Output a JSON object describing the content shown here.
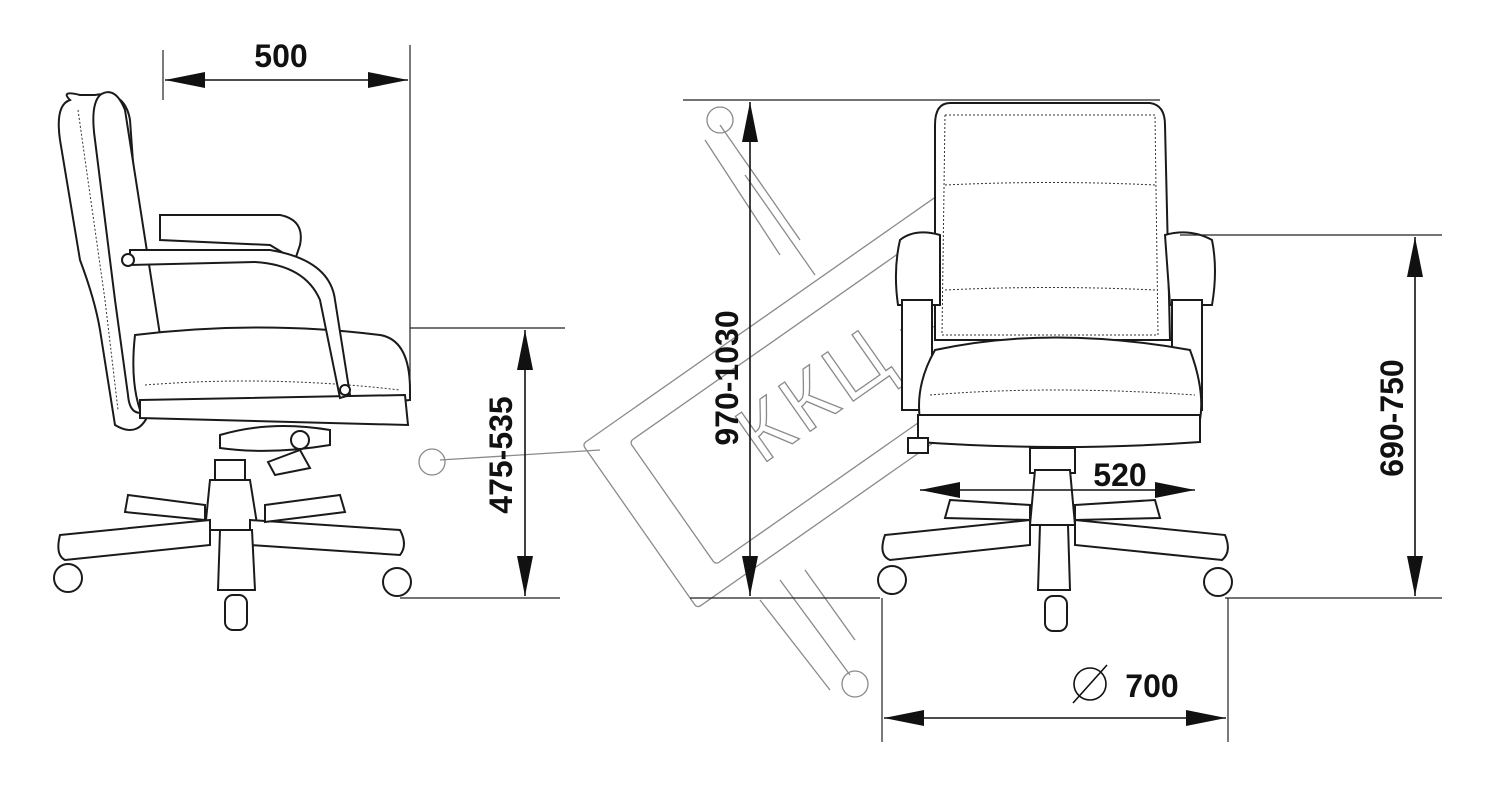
{
  "dimensions": {
    "seat_depth": "500",
    "seat_height": "475-535",
    "total_height": "970-1030",
    "armrest_height": "690-750",
    "seat_width": "520",
    "base_diameter_symbol": "⌀",
    "base_diameter": "700"
  },
  "watermark": "ККЦ",
  "colors": {
    "line": "#111111",
    "watermark": "#8a8a8a"
  }
}
